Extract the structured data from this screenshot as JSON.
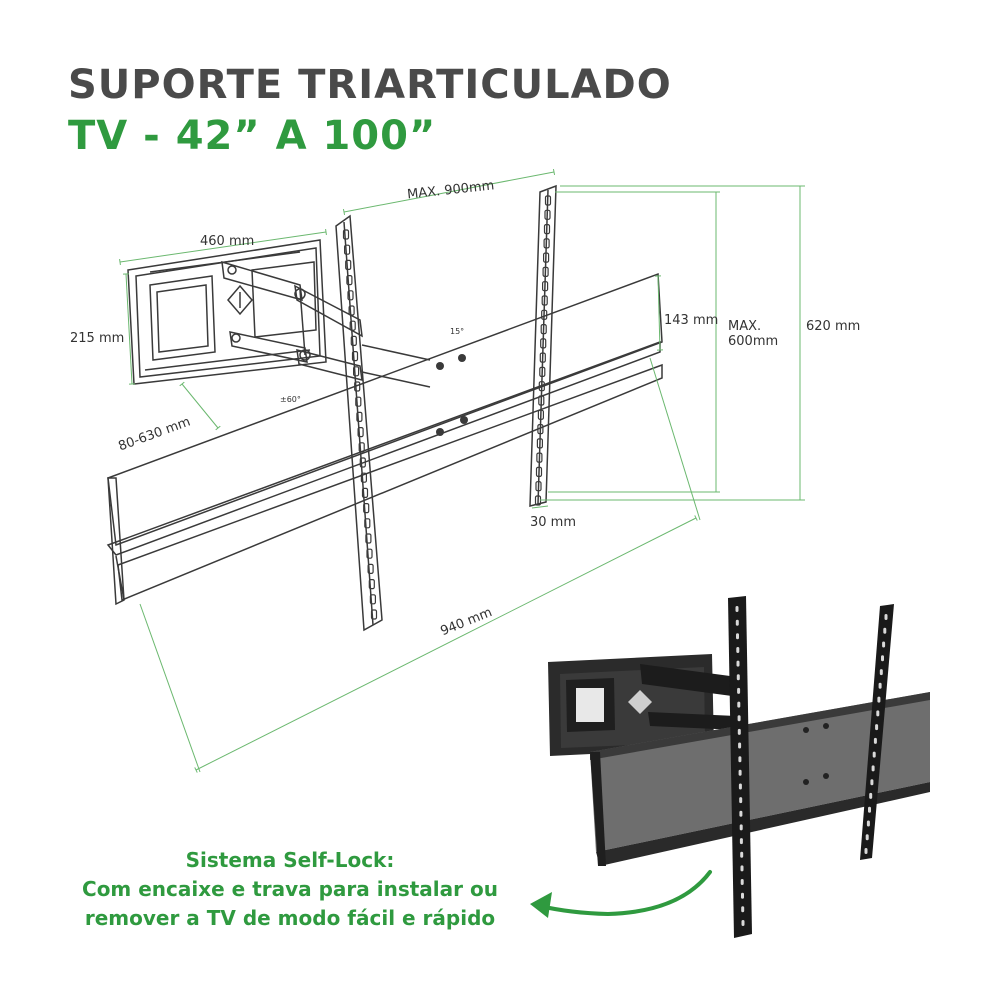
{
  "title": {
    "line1": "SUPORTE TRIARTICULADO",
    "line2": "TV - 42” A 100”"
  },
  "dimensions": {
    "width_460": "460 mm",
    "height_215": "215 mm",
    "extension": "80-630 mm",
    "swivel": "±60°",
    "tilt": "15°",
    "max_900": "MAX. 900mm",
    "d_143": "143 mm",
    "max_600_line1": "MAX.",
    "max_600_line2": "600mm",
    "h_620": "620 mm",
    "d_30": "30 mm",
    "w_940": "940 mm"
  },
  "caption": {
    "line1": "Sistema Self-Lock:",
    "line2": "Com encaixe e trava para instalar ou",
    "line3": "remover a TV de modo fácil e rápido"
  },
  "colors": {
    "title_gray": "#4a4a4a",
    "accent_green": "#2f9a3f",
    "line_gray": "#3a3a3a",
    "dim_green": "#6bb86f",
    "metal_dark": "#2b2b2b"
  },
  "icons": {
    "curved_arrow": "arrow-left-curved-icon",
    "lock": "self-lock-icon"
  }
}
